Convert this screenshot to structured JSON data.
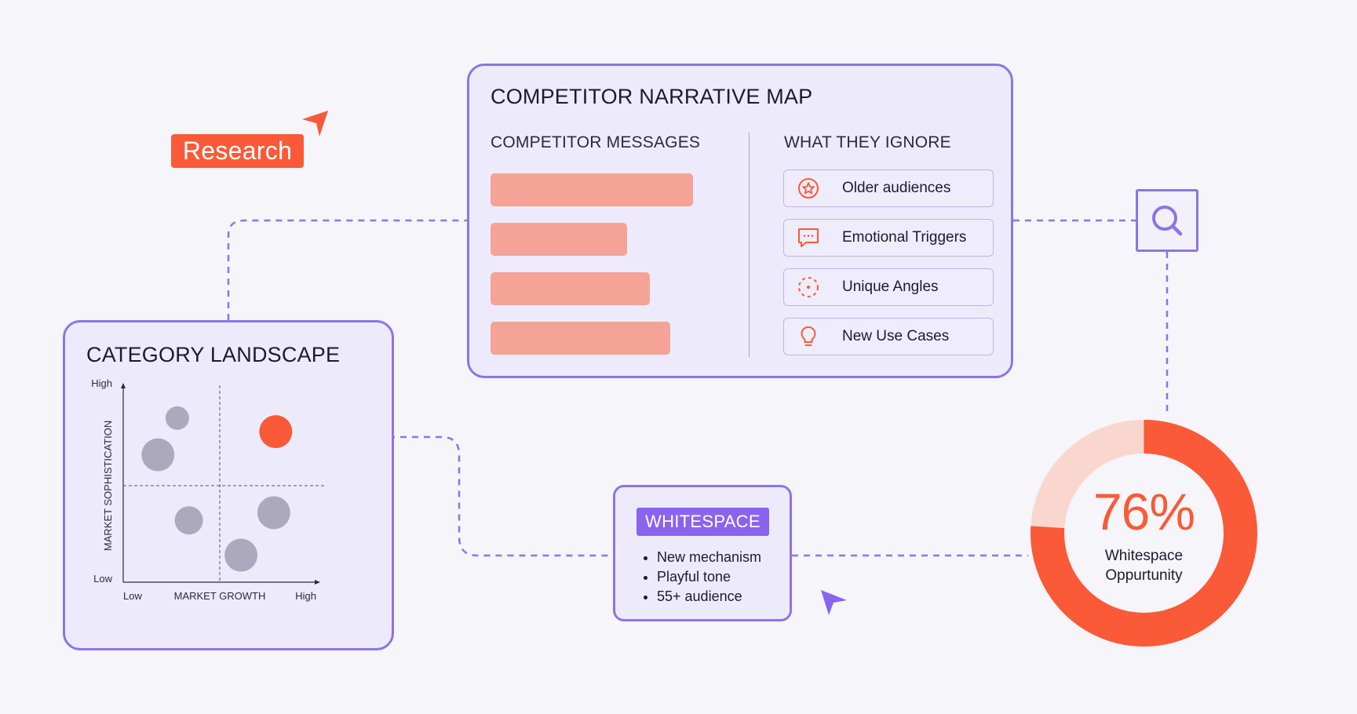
{
  "research_tag": {
    "label": "Research"
  },
  "narrative_map": {
    "title": "COMPETITOR NARRATIVE MAP",
    "messages_header": "COMPETITOR MESSAGES",
    "ignore_header": "WHAT THEY IGNORE",
    "message_bars": [
      0.89,
      0.6,
      0.7,
      0.79
    ],
    "ignore_items": [
      {
        "label": "Older audiences",
        "icon": "star-badge-icon"
      },
      {
        "label": "Emotional Triggers",
        "icon": "chat-bubble-icon"
      },
      {
        "label": "Unique Angles",
        "icon": "dashed-target-icon"
      },
      {
        "label": "New Use Cases",
        "icon": "lightbulb-icon"
      }
    ]
  },
  "category_landscape": {
    "title": "CATEGORY LANDSCAPE",
    "chart_data": {
      "type": "scatter",
      "xlabel": "MARKET GROWTH",
      "ylabel": "MARKET SOPHISTICATION",
      "x_ticks": [
        "Low",
        "High"
      ],
      "y_ticks": [
        "Low",
        "High"
      ],
      "xlim": [
        0,
        1
      ],
      "ylim": [
        0,
        1
      ],
      "midlines": true,
      "points": [
        {
          "x": 0.28,
          "y": 0.85,
          "size": 1,
          "highlight": false
        },
        {
          "x": 0.18,
          "y": 0.66,
          "size": 2,
          "highlight": false
        },
        {
          "x": 0.79,
          "y": 0.78,
          "size": 2,
          "highlight": true
        },
        {
          "x": 0.34,
          "y": 0.32,
          "size": 1.5,
          "highlight": false
        },
        {
          "x": 0.78,
          "y": 0.36,
          "size": 2,
          "highlight": false
        },
        {
          "x": 0.61,
          "y": 0.14,
          "size": 2,
          "highlight": false
        }
      ]
    }
  },
  "whitespace": {
    "badge": "WHITESPACE",
    "items": [
      "New mechanism",
      "Playful tone",
      "55+ audience"
    ]
  },
  "opportunity": {
    "value": "76%",
    "percent": 76,
    "label_line1": "Whitespace",
    "label_line2": "Oppurtunity"
  },
  "colors": {
    "accent_orange": "#fa5a37",
    "accent_purple": "#8d74e6",
    "bar_salmon": "#f4a396",
    "donut_track": "#f9d7cf",
    "bubble_grey": "#aca9bf"
  }
}
